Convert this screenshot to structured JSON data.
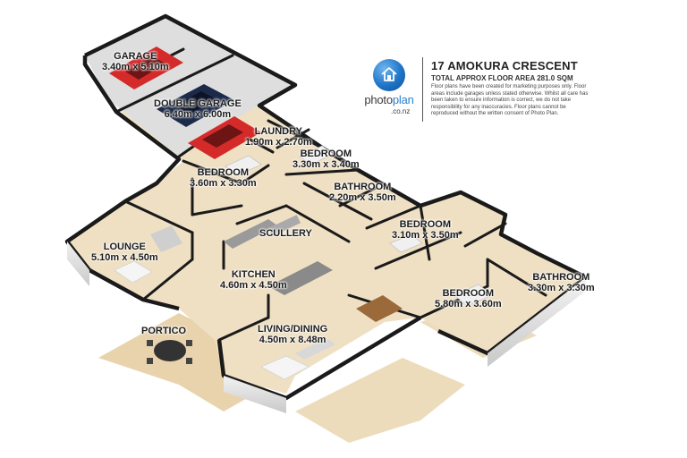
{
  "header": {
    "address": "17 AMOKURA CRESCENT",
    "total_area": "TOTAL APPROX FLOOR AREA 281.0 SQM",
    "disclaimer": "Floor plans have been created for marketing purposes only. Floor areas include garages unless stated otherwise. Whilst all care has been taken to ensure information is correct, we do not take responsibility for any inaccuracies. Floor plans cannot be reproduced without the written consent of Photo Plan."
  },
  "logo": {
    "word_a": "photo",
    "word_b": "plan",
    "suffix": ".co.nz",
    "icon": "house-globe-icon",
    "color": "#1f74c9"
  },
  "rooms": [
    {
      "id": "garage",
      "name": "GARAGE",
      "size": "3.40m x 5.10m"
    },
    {
      "id": "double-garage",
      "name": "DOUBLE GARAGE",
      "size": "6.40m x 6.00m"
    },
    {
      "id": "laundry",
      "name": "LAUNDRY",
      "size": "1.90m x 2.70m"
    },
    {
      "id": "bedroom-a",
      "name": "BEDROOM",
      "size": "3.30m x 3.40m"
    },
    {
      "id": "bedroom-b",
      "name": "BEDROOM",
      "size": "3.60m x 3.30m"
    },
    {
      "id": "bathroom-a",
      "name": "BATHROOM",
      "size": "2.20m x 3.50m"
    },
    {
      "id": "scullery",
      "name": "SCULLERY",
      "size": ""
    },
    {
      "id": "bedroom-c",
      "name": "BEDROOM",
      "size": "3.10m x 3.50m"
    },
    {
      "id": "lounge",
      "name": "LOUNGE",
      "size": "5.10m x 4.50m"
    },
    {
      "id": "kitchen",
      "name": "KITCHEN",
      "size": "4.60m x 4.50m"
    },
    {
      "id": "bathroom-b",
      "name": "BATHROOM",
      "size": "3.30m x 3.30m"
    },
    {
      "id": "bedroom-d",
      "name": "BEDROOM",
      "size": "5.80m x 3.60m"
    },
    {
      "id": "portico",
      "name": "PORTICO",
      "size": ""
    },
    {
      "id": "living-dining",
      "name": "LIVING/DINING",
      "size": "4.50m x 8.48m"
    }
  ],
  "colors": {
    "floor": "#efe0c4",
    "outdoor": "#e8d3ad",
    "wall": "#1a1a1a",
    "wall_face": "#d9d9d9",
    "car": "#d42a2a",
    "car_dark": "#1c2a4a"
  }
}
